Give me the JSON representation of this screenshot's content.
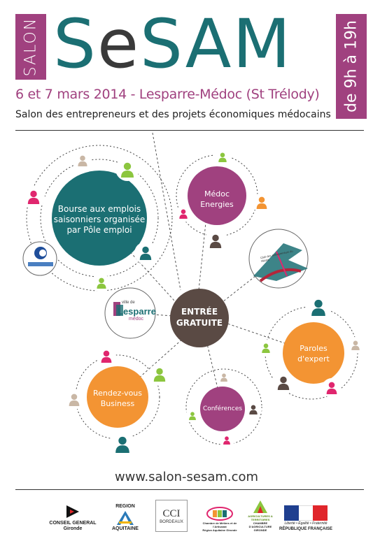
{
  "header": {
    "salon": "SALON",
    "brand_s1": "S",
    "brand_e": "e",
    "brand_rest": "SAM",
    "hours": "de 9h à 19h",
    "dates": "6 et 7 mars 2014 - Lesparre-Médoc (St Trélody)",
    "tagline": "Salon des entrepreneurs et des projets économiques médocains"
  },
  "center": {
    "line1": "ENTRÉE",
    "line2": "GRATUITE"
  },
  "bubbles": {
    "bourse": {
      "line1": "Bourse aux emplois",
      "line2": "saisonniers organisée",
      "line3": "par Pôle emploi"
    },
    "medoc": {
      "line1": "Médoc",
      "line2": "Energies"
    },
    "paroles": {
      "line1": "Paroles",
      "line2": "d'expert"
    },
    "rdv": {
      "line1": "Rendez-vous",
      "line2": "Business"
    },
    "conferences": {
      "label": "Conférences"
    }
  },
  "logos": {
    "lesparre": {
      "top": "ville de",
      "name": "Lesparre",
      "sub": "médoc"
    },
    "club": {
      "label": "Club des entrepreneurs du Médoc"
    }
  },
  "footer": {
    "url": "www.salon-sesam.com",
    "sponsors": [
      {
        "name": "CONSEIL GENERAL",
        "sub": "Gironde"
      },
      {
        "name": "REGION",
        "sub": "AQUITAINE"
      },
      {
        "name": "CCI",
        "sub": "BORDEAUX"
      },
      {
        "name": "Chambre de Métiers et de l'Artisanat",
        "sub": "Région Aquitaine Gironde"
      },
      {
        "name": "AGRICULTURES & TERRITOIRES",
        "sub": "CHAMBRE D'AGRICULTURE GIRONDE"
      },
      {
        "name": "Liberté • Égalité • Fraternité",
        "sub": "RÉPUBLIQUE FRANÇAISE"
      }
    ]
  },
  "colors": {
    "teal": "#1b6f73",
    "magenta": "#a0417f",
    "orange": "#f39433",
    "pink": "#e0266e",
    "green": "#8cc63f",
    "brown": "#5a4a44",
    "beige": "#c9b7a5"
  }
}
